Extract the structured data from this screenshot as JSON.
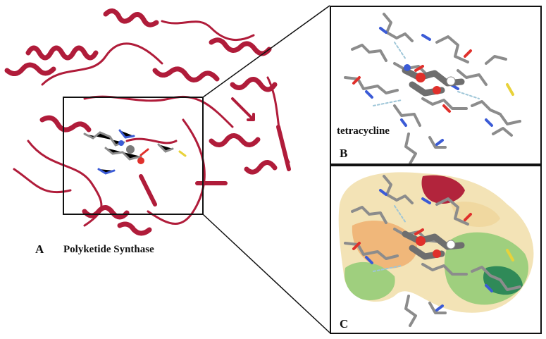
{
  "figure": {
    "panel_a": {
      "letter": "A",
      "caption": "Polyketide Synthase"
    },
    "panel_b": {
      "letter": "B",
      "ligand_label": "tetracycline"
    },
    "panel_c": {
      "letter": "C"
    }
  },
  "colors": {
    "ribbon": "#b01c3a",
    "ribbon_dark": "#7d1027",
    "stick_carbon": "#8c8c8c",
    "stick_nitrogen": "#3b5bd6",
    "stick_oxygen": "#e0302b",
    "stick_sulfur": "#e8d23a",
    "surface_cream": "#f3e3b6",
    "surface_orange": "#f0b77a",
    "surface_green": "#9fcf7e",
    "surface_darkgreen": "#2f8a58",
    "surface_red": "#b2243c"
  }
}
